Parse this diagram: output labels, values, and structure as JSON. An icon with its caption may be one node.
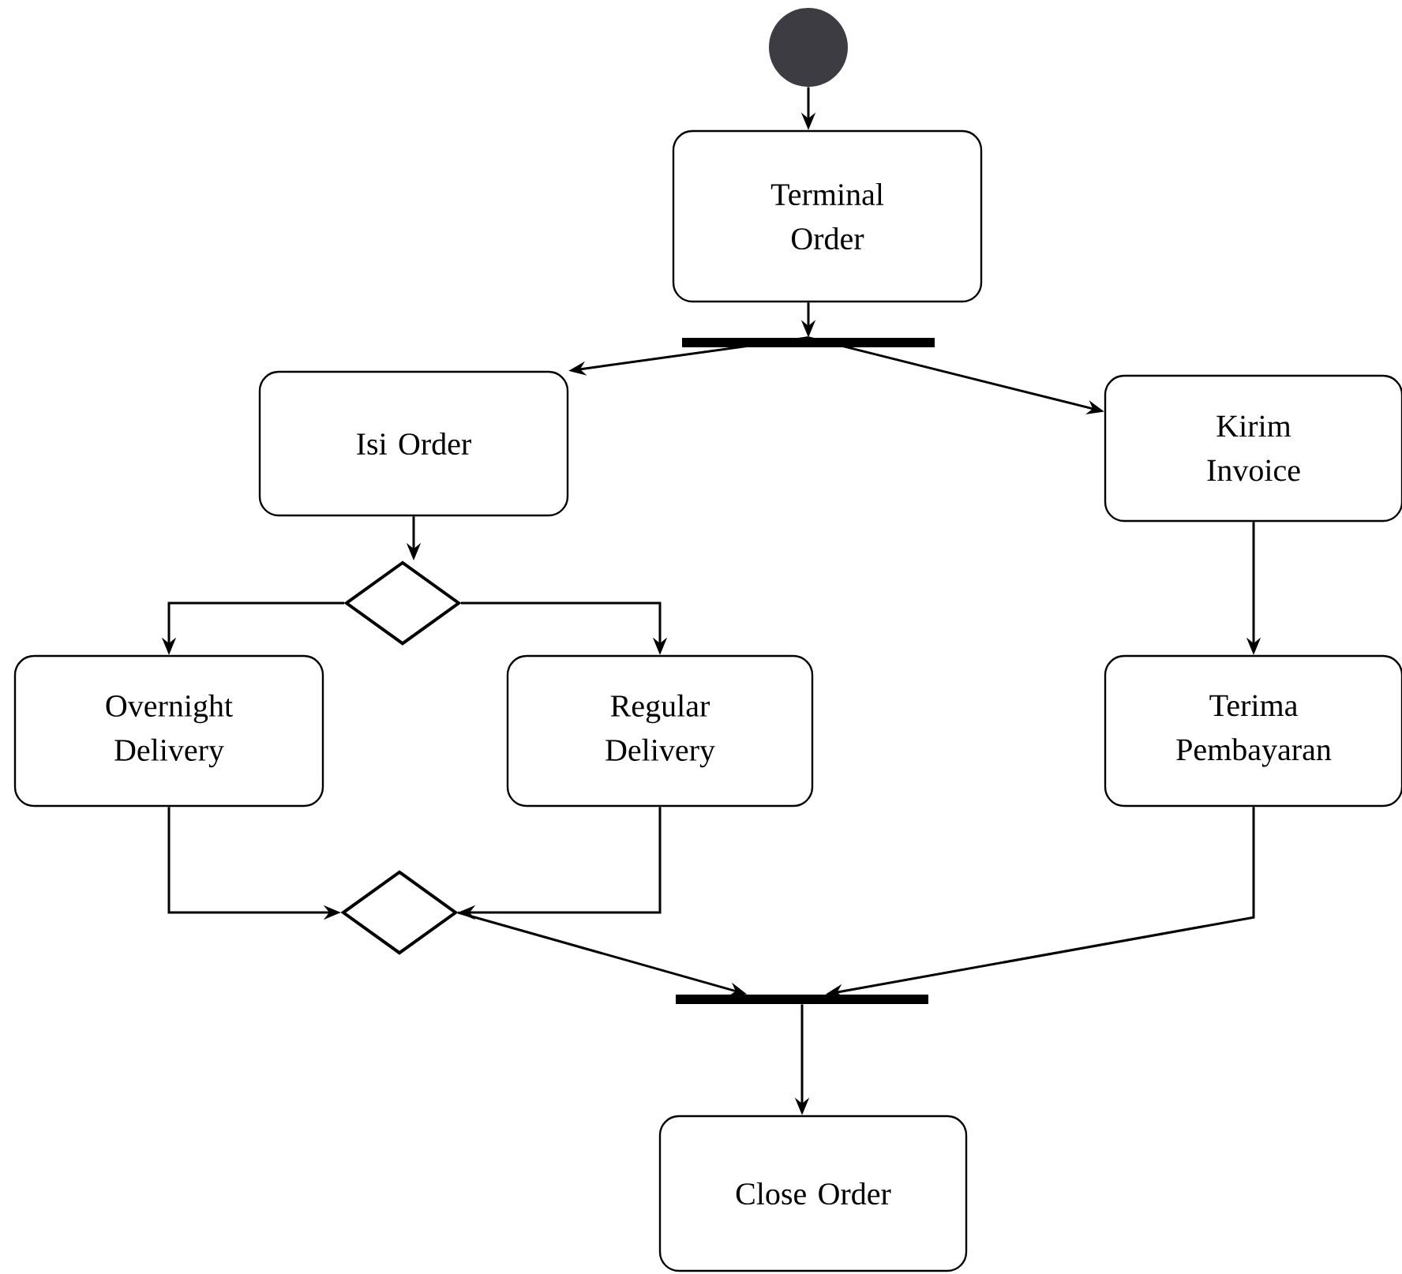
{
  "diagram": {
    "nodes": [
      {
        "text": [],
        "shape": "circle"
      },
      {
        "text": [
          "Terminal Order"
        ]
      },
      {
        "text": [],
        "shape": "bar"
      },
      {
        "text": [
          "Isi Order"
        ]
      },
      {
        "text": [
          "Kirim Invoice"
        ]
      },
      {
        "text": [],
        "shape": "diamond"
      },
      {
        "text": [
          "Overnight Delivery"
        ]
      },
      {
        "text": [
          "Regular Delivery"
        ]
      },
      {
        "text": [
          "Terima Pembayaran"
        ]
      },
      {
        "text": [],
        "shape": "diamond"
      },
      {
        "text": [],
        "shape": "bar"
      },
      {
        "text": [
          "Close Order"
        ]
      }
    ],
    "edges": [
      {
        "from": 0,
        "to": 1,
        "arrow": "to"
      },
      {
        "from": 1,
        "to": 2,
        "arrow": "to"
      },
      {
        "from": 2,
        "to": 3,
        "arrow": "to"
      },
      {
        "from": 2,
        "to": 4,
        "arrow": "to"
      },
      {
        "from": 3,
        "to": 5,
        "arrow": "to"
      },
      {
        "from": 5,
        "to": 6,
        "arrow": "to"
      },
      {
        "from": 5,
        "to": 7,
        "arrow": "to"
      },
      {
        "from": 4,
        "to": 8,
        "arrow": "to"
      },
      {
        "from": 6,
        "to": 9,
        "arrow": "to"
      },
      {
        "from": 7,
        "to": 9,
        "arrow": "to"
      },
      {
        "from": 9,
        "to": 10,
        "arrow": "to"
      },
      {
        "from": 8,
        "to": 10,
        "arrow": "to"
      },
      {
        "from": 10,
        "to": 11,
        "arrow": "to"
      }
    ]
  }
}
